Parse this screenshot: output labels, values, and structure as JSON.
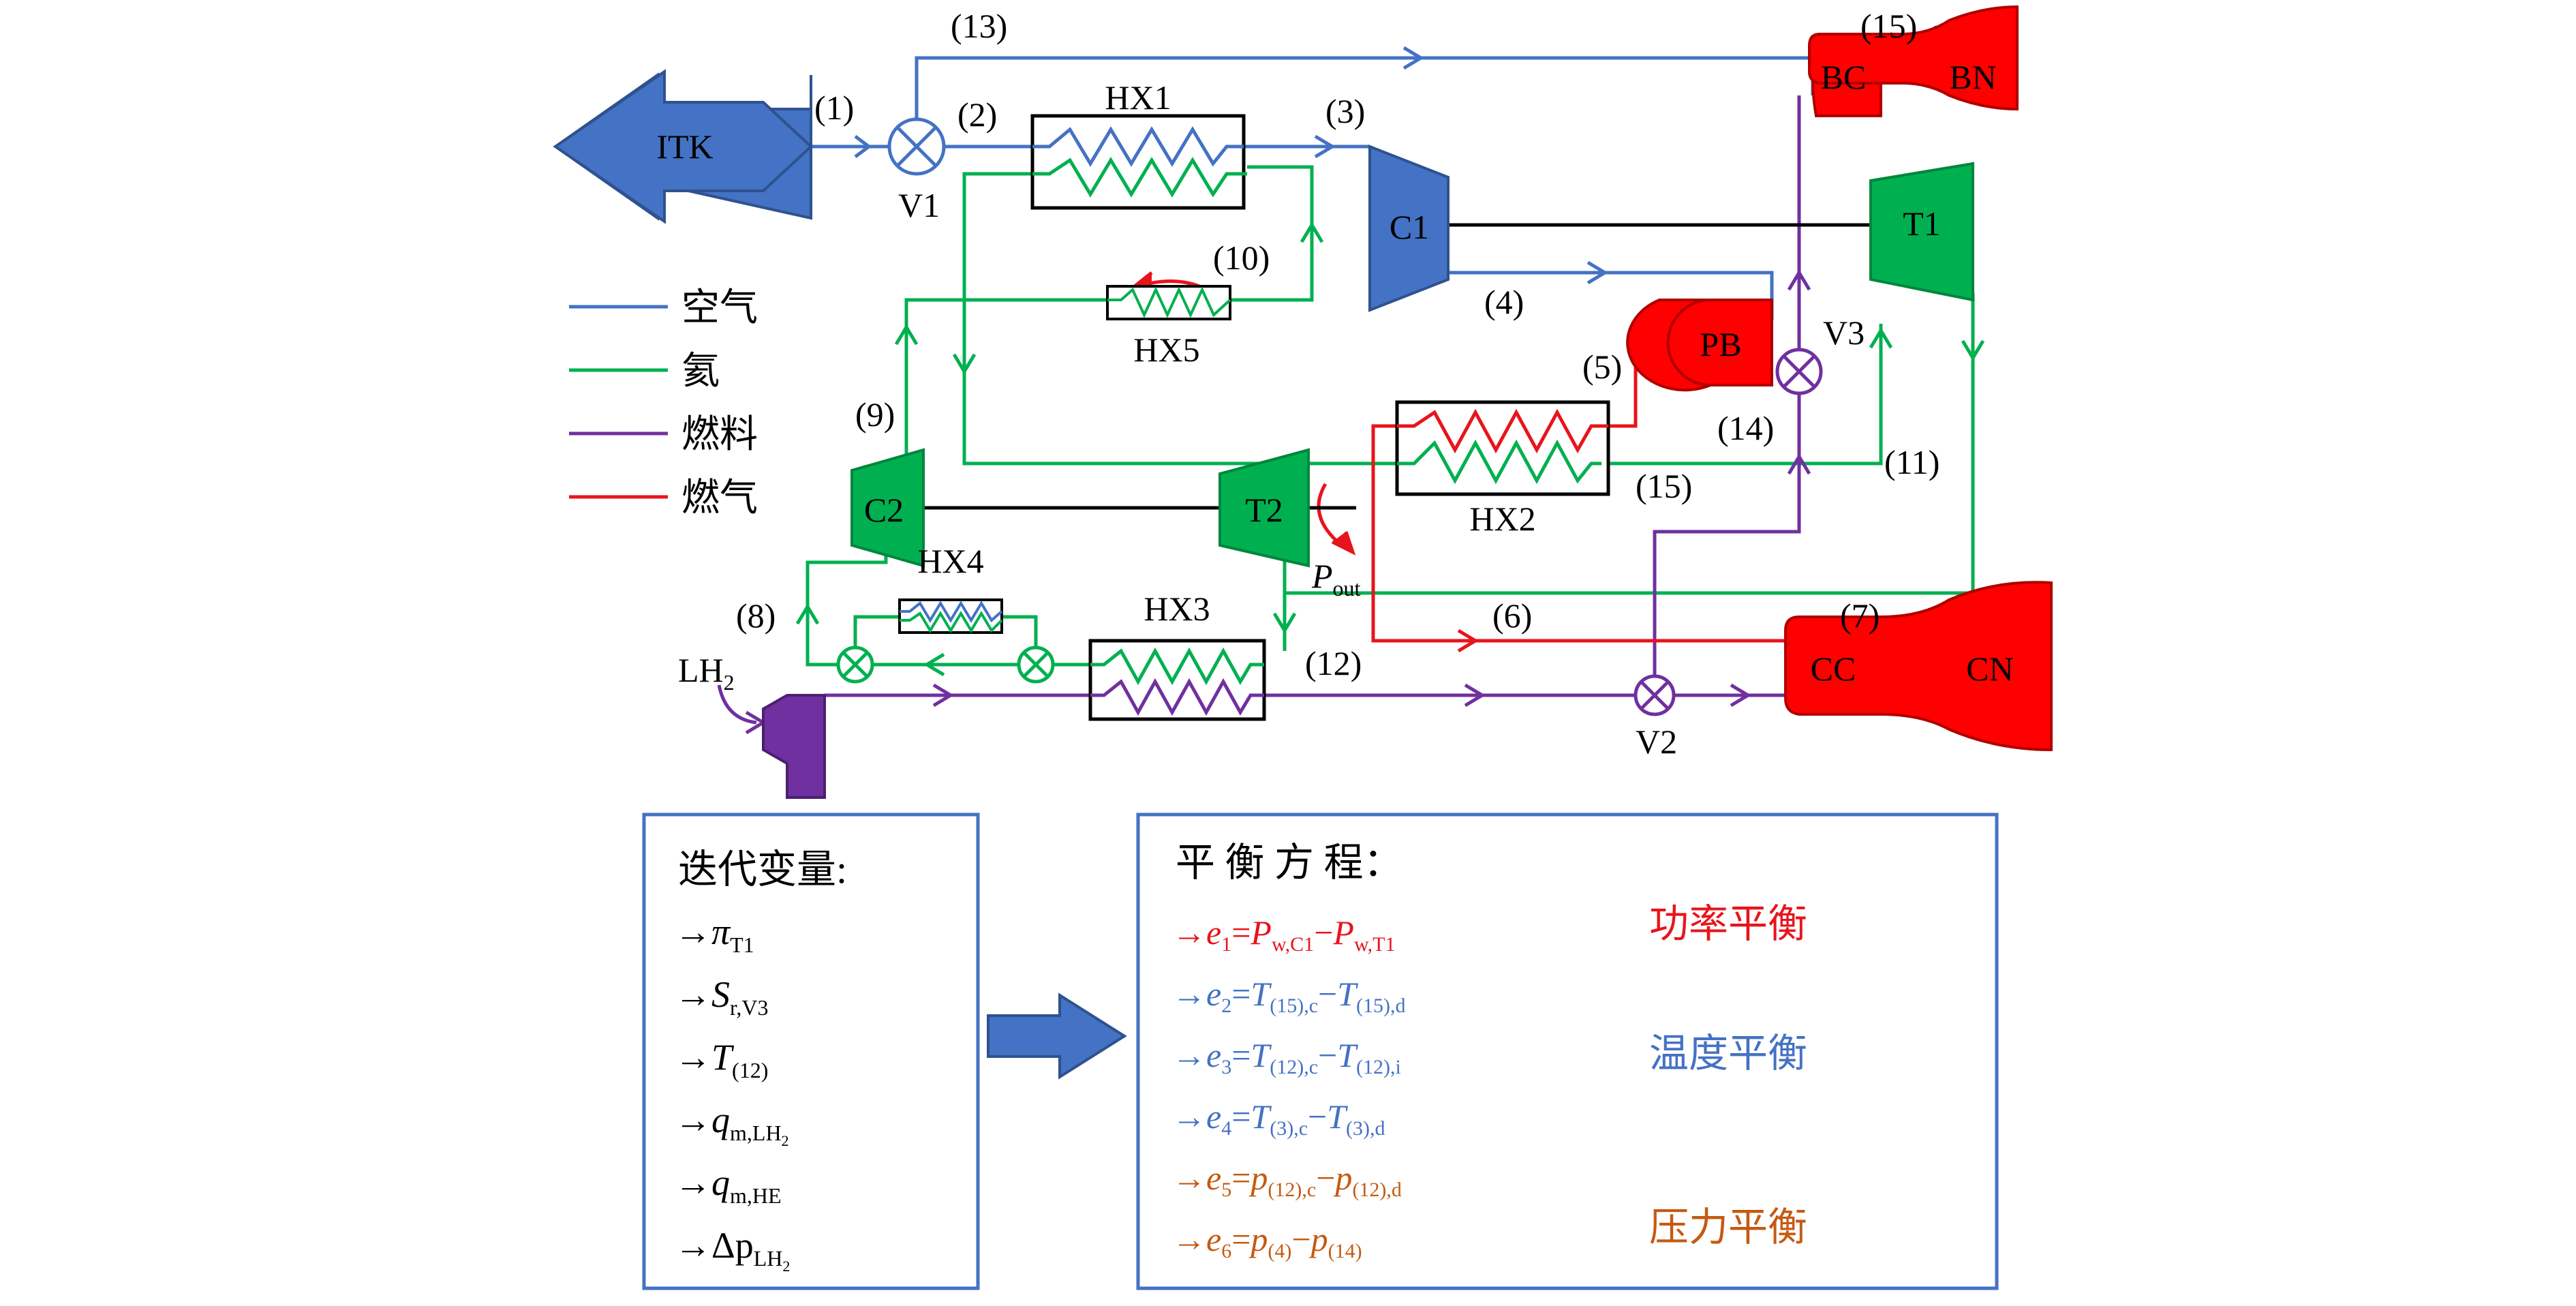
{
  "colors": {
    "air": "#4472C4",
    "helium": "#00B050",
    "fuel": "#7030A0",
    "gas": "#E8141C",
    "comp_blue": "#4472C4",
    "comp_green": "#00B050",
    "comp_red": "#FF0000",
    "comp_purple": "#7030A0",
    "power": "#E8141C",
    "temp": "#4472C4",
    "pressure": "#C55A11"
  },
  "components": {
    "itk": "ITK",
    "v1": "V1",
    "v2": "V2",
    "v3": "V3",
    "hx1": "HX1",
    "hx2": "HX2",
    "hx3": "HX3",
    "hx4": "HX4",
    "hx5": "HX5",
    "c1": "C1",
    "c2": "C2",
    "t1": "T1",
    "t2": "T2",
    "pb": "PB",
    "bc": "BC",
    "bn": "BN",
    "cc": "CC",
    "cn": "CN",
    "lh2_main": "LH",
    "lh2_sub": "2",
    "pout_main": "P",
    "pout_sub": "out"
  },
  "stations": {
    "s1": "(1)",
    "s2": "(2)",
    "s3": "(3)",
    "s4": "(4)",
    "s5": "(5)",
    "s6": "(6)",
    "s7": "(7)",
    "s8": "(8)",
    "s9": "(9)",
    "s10": "(10)",
    "s11": "(11)",
    "s12": "(12)",
    "s13": "(13)",
    "s14": "(14)",
    "s15a": "(15)",
    "s15b": "(15)"
  },
  "legend": [
    {
      "label": "空气",
      "color": "#4472C4"
    },
    {
      "label": "氦",
      "color": "#00B050"
    },
    {
      "label": "燃料",
      "color": "#7030A0"
    },
    {
      "label": "燃气",
      "color": "#E8141C"
    }
  ],
  "iteration": {
    "title": "迭代变量:",
    "arrow": "→",
    "vars": [
      {
        "main": "π",
        "sub": "T1",
        "italic_main": true
      },
      {
        "main": "S",
        "sub": "r,V3",
        "italic_main": true
      },
      {
        "main": "T",
        "sub": "(12)",
        "italic_main": true
      },
      {
        "main": "q",
        "sub": "m,LH",
        "sub2": "2",
        "italic_main": true
      },
      {
        "main": "q",
        "sub": "m,HE",
        "italic_main": true
      },
      {
        "main": "Δp",
        "sub": "LH",
        "sub2": "2",
        "italic_main": false
      }
    ]
  },
  "balance": {
    "title": "平 衡 方 程：",
    "equations": [
      {
        "e": "e",
        "n": "1",
        "a": "P",
        "as": "w,C1",
        "b": "P",
        "bs": "w,T1",
        "color": "#E8141C"
      },
      {
        "e": "e",
        "n": "2",
        "a": "T",
        "as": "(15),c",
        "b": "T",
        "bs": "(15),d",
        "color": "#4472C4"
      },
      {
        "e": "e",
        "n": "3",
        "a": "T",
        "as": "(12),c",
        "b": "T",
        "bs": "(12),i",
        "color": "#4472C4"
      },
      {
        "e": "e",
        "n": "4",
        "a": "T",
        "as": "(3),c",
        "b": "T",
        "bs": "(3),d",
        "color": "#4472C4"
      },
      {
        "e": "e",
        "n": "5",
        "a": "p",
        "as": "(12),c",
        "b": "p",
        "bs": "(12),d",
        "color": "#C55A11"
      },
      {
        "e": "e",
        "n": "6",
        "a": "p",
        "as": "(4)",
        "b": "p",
        "bs": "(14)",
        "color": "#C55A11"
      }
    ],
    "categories": [
      {
        "label": "功率平衡",
        "color": "#E8141C"
      },
      {
        "label": "温度平衡",
        "color": "#4472C4"
      },
      {
        "label": "压力平衡",
        "color": "#C55A11"
      }
    ]
  }
}
